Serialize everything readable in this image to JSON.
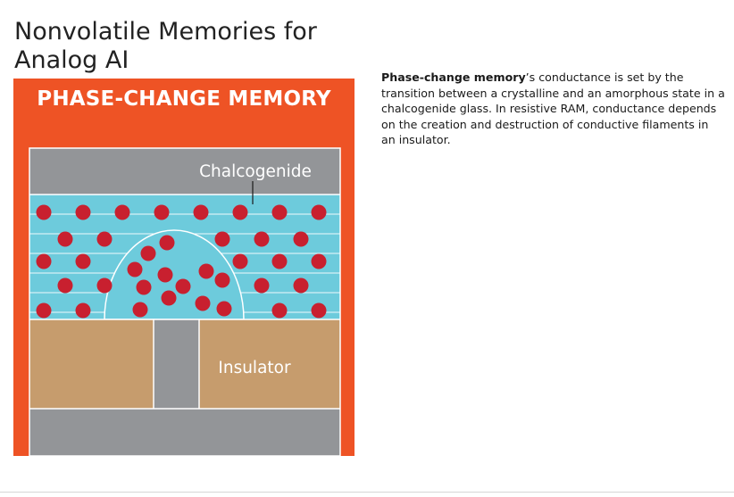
{
  "title": "Nonvolatile Memories for Analog AI",
  "figure": {
    "heading": "PHASE-CHANGE MEMORY",
    "label_top": "Chalcogenide",
    "label_bottom": "Insulator",
    "colors": {
      "background": "#ee5325",
      "electrode": "#939598",
      "chalcogenide": "#6dcbdc",
      "insulator": "#c69c6d",
      "atom": "#c8202f"
    }
  },
  "description": {
    "bold_lead": "Phase-change memory",
    "rest": "’s conductance is set by the transition between a crystalline and an amorphous state in a chalcogenide glass. In resistive RAM, conductance depends on the creation and destruction of conductive filaments in an insulator."
  }
}
